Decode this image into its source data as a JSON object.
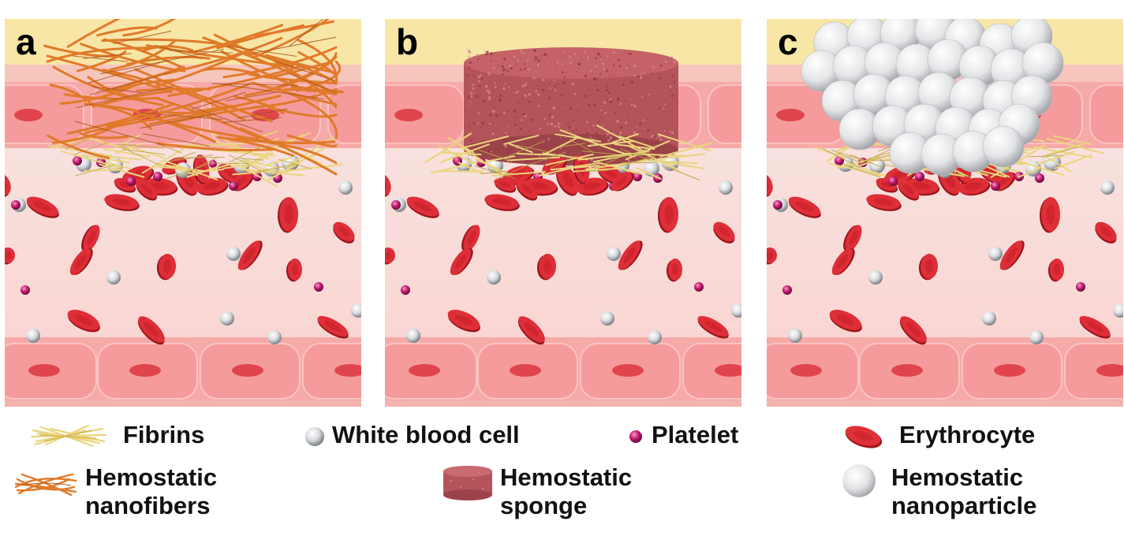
{
  "panels": [
    {
      "letter": "a",
      "dressing": "nanofibers"
    },
    {
      "letter": "b",
      "dressing": "sponge"
    },
    {
      "letter": "c",
      "dressing": "nanoparticles"
    }
  ],
  "colors": {
    "epidermis": "#f7e6a6",
    "skin_layer": "#f6c6bd",
    "vessel_wall": "#f6aaa8",
    "vessel_cell": "#f59b9b",
    "plasma": "#f9d6d3",
    "erythrocyte": "#d9262f",
    "platelet": "#c2186f",
    "white_cell": "#e5e7ea",
    "fibrin": "#ead57e",
    "nanofiber": "#e07a2a",
    "sponge": "#b4545a"
  },
  "legend": {
    "fibrins": {
      "label": "Fibrins",
      "icon": "fibrin-icon"
    },
    "white_blood_cell": {
      "label": "White blood cell",
      "icon": "white-blood-cell-icon"
    },
    "platelet": {
      "label": "Platelet",
      "icon": "platelet-icon"
    },
    "erythrocyte": {
      "label": "Erythrocyte",
      "icon": "erythrocyte-icon"
    },
    "nanofibers": {
      "label": "Hemostatic\nnanofibers",
      "icon": "nanofiber-icon"
    },
    "sponge": {
      "label": "Hemostatic\nsponge",
      "icon": "sponge-icon"
    },
    "nanoparticle": {
      "label": "Hemostatic\nnanoparticle",
      "icon": "nanoparticle-icon"
    }
  }
}
